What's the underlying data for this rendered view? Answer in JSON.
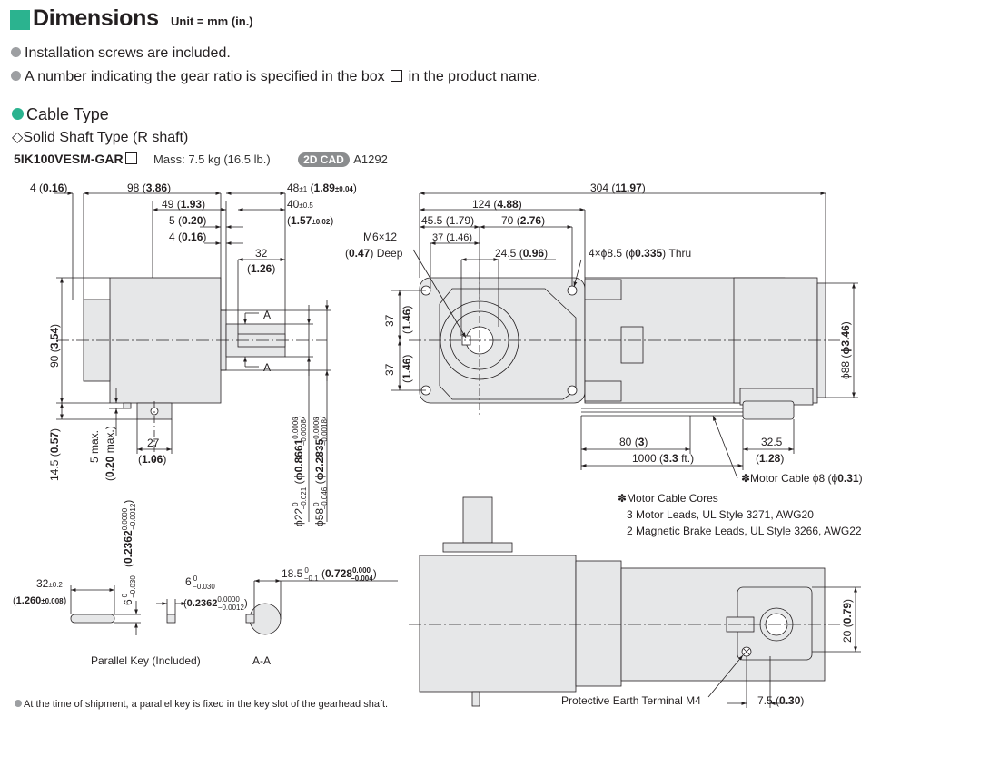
{
  "header": {
    "title": "Dimensions",
    "unit": "Unit = mm (in.)"
  },
  "notes": [
    "Installation screws are included.",
    "A number indicating the gear ratio is specified in the box",
    "in the product name."
  ],
  "section": {
    "cable_type": "Cable Type",
    "shaft_type": "Solid Shaft Type (R shaft)"
  },
  "product": {
    "model": "5IK100VESM-GAR",
    "mass": "Mass: 7.5 kg (16.5 lb.)",
    "cad_badge": "2D CAD",
    "cad_number": "A1292"
  },
  "dims": {
    "d4": "4",
    "d4in": "0.16",
    "d98": "98",
    "d98in": "3.86",
    "d49": "49",
    "d49in": "1.93",
    "d5": "5",
    "d5in": "0.20",
    "d4b": "4",
    "d4bin": "0.16",
    "d48": "48",
    "d48tol": "±1",
    "d48in": "1.89",
    "d48intol": "±0.04",
    "d40": "40",
    "d40tol": "±0.5",
    "d40in": "1.57",
    "d40intol": "±0.02",
    "d32": "32",
    "d32in": "1.26",
    "d90": "90",
    "d90in": "3.54",
    "d145": "14.5",
    "d145in": "0.57",
    "d5max": "5 max.",
    "d5maxin": "0.20",
    "d27": "27",
    "d27in": "1.06",
    "sectionA": "A",
    "d22": "ϕ22",
    "d22tol_up": "0",
    "d22tol_lo": "−0.021",
    "d22in": "ϕ0.8661",
    "d22intol_up": "0.0000",
    "d22intol_lo": "−0.0008",
    "d58": "ϕ58",
    "d58tol_up": "0",
    "d58tol_lo": "−0.046",
    "d58in": "ϕ2.2835",
    "d58intol_up": "0.0000",
    "d58intol_lo": "−0.0018",
    "d304": "304",
    "d304in": "11.97",
    "d124": "124",
    "d124in": "4.88",
    "d455": "45.5",
    "d455in": "1.79",
    "d70": "70",
    "d70in": "2.76",
    "d37": "37",
    "d37in": "1.46",
    "d245": "24.5",
    "d245in": "0.96",
    "m6": "M6×12",
    "m6in": "0.47",
    "deep": "Deep",
    "holes": "4×ϕ8.5 (ϕ",
    "holesin": "0.335",
    "thru": ") Thru",
    "d37v": "37",
    "d37vin": "1.46",
    "d88": "ϕ88",
    "d88in": "ϕ3.46",
    "d80": "80",
    "d80in": "3",
    "d1000": "1000",
    "d1000in": "3.3",
    "ft": "ft.",
    "d325": "32.5",
    "d325in": "1.28",
    "cable": "✽Motor Cable ϕ8 (ϕ",
    "cablein": "0.31",
    "key32": "32",
    "key32tol": "±0.2",
    "key32in": "1.260",
    "key32intol": "±0.008",
    "key6": "6",
    "key6tol_up": "0",
    "key6tol_lo": "−0.030",
    "key6in": "0.2362",
    "key6intol_up": "0.0000",
    "key6intol_lo": "−0.0012",
    "keyw6": "6",
    "keyw6tol_up": "0",
    "keyw6tol_lo": "−0.030",
    "keyw6in": "0.2362",
    "keyw6intol_up": "0.0000",
    "keyw6intol_lo": "−0.0012",
    "d185": "18.5",
    "d185tol_up": "0",
    "d185tol_lo": "−0.1",
    "d185in": "0.728",
    "d185intol_up": "0.000",
    "d185intol_lo": "−0.004",
    "d20": "20",
    "d20in": "0.79",
    "d75": "7.5",
    "d75in": "0.30"
  },
  "labels": {
    "parallel_key": "Parallel Key (Included)",
    "aa": "A-A",
    "pe_terminal": "Protective Earth Terminal M4",
    "cores_title": "✽Motor Cable Cores",
    "cores_1": "3 Motor Leads, UL Style 3271, AWG20",
    "cores_2": "2 Magnetic Brake Leads, UL Style 3266, AWG22"
  },
  "footnote": "At the time of shipment, a parallel key is fixed in the key slot of the gearhead shaft."
}
